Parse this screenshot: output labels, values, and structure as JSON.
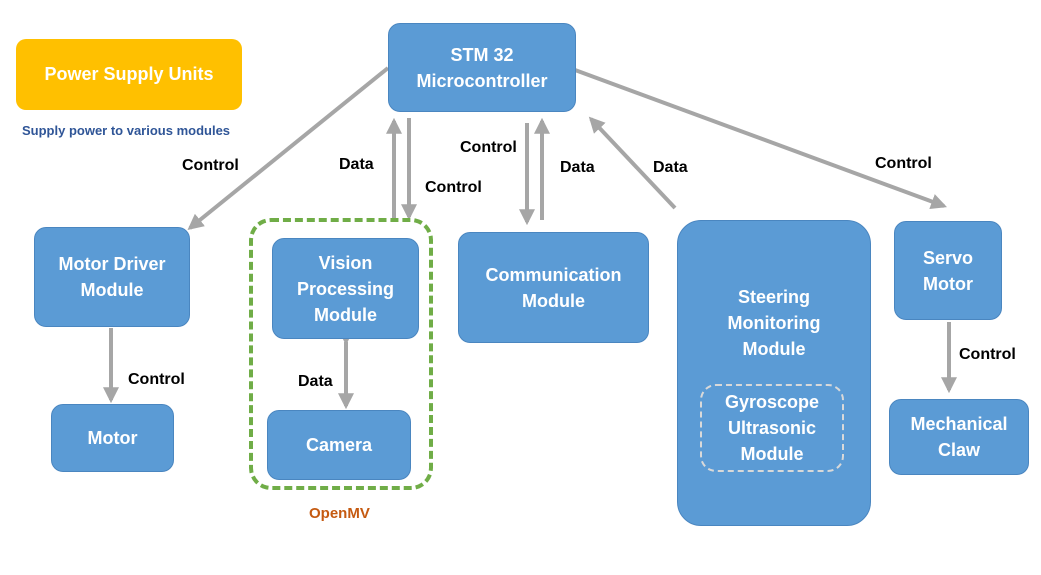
{
  "legend": {
    "power_supply_label": "Power Supply Units",
    "power_supply_desc": "Supply power to various modules",
    "power_color": "#ffc000"
  },
  "nodes": {
    "stm32": "STM 32\nMicrocontroller",
    "motor_driver": "Motor Driver\nModule",
    "motor": "Motor",
    "vision": "Vision\nProcessing\nModule",
    "camera": "Camera",
    "communication": "Communication\nModule",
    "steering": "Steering\nMonitoring\nModule",
    "gyro": "Gyroscope\nUltrasonic\nModule",
    "servo": "Servo\nMotor",
    "claw": "Mechanical\nClaw"
  },
  "group": {
    "openmv_label": "OpenMV"
  },
  "edge_labels": {
    "stm_to_motor_driver": "Control",
    "vision_to_stm_data": "Data",
    "stm_to_vision_control": "Control",
    "stm_to_comm_control": "Control",
    "comm_to_stm_data": "Data",
    "steering_to_stm_data": "Data",
    "stm_to_servo_control": "Control",
    "motor_driver_to_motor": "Control",
    "vision_camera_data": "Data",
    "servo_to_claw": "Control"
  },
  "colors": {
    "node": "#5b9bd5",
    "arrow": "#a6a6a6",
    "group_border": "#70ad47",
    "group_label": "#c55a11"
  }
}
